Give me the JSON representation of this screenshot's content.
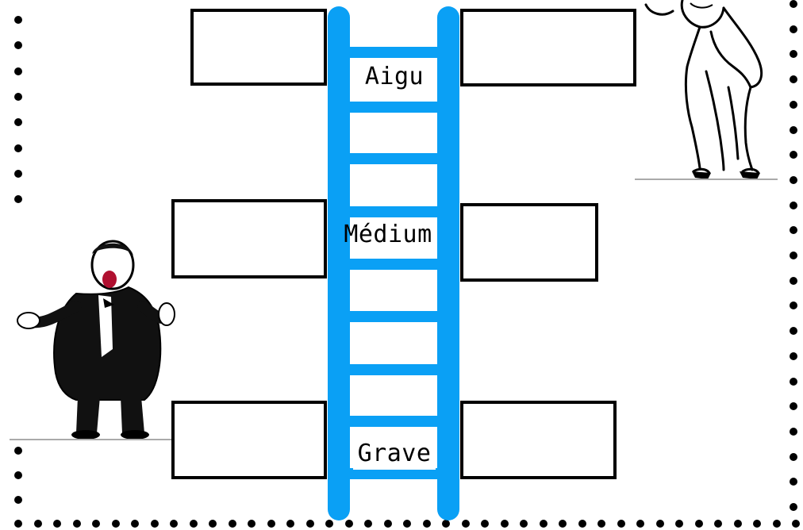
{
  "ladder": {
    "levels": {
      "aigu": "Aigu",
      "medium": "Médium",
      "grave": "Grave"
    },
    "color": "#0aa0f5"
  },
  "answer_boxes": {
    "count": 6,
    "filled": false
  },
  "illustrations": {
    "left": "singer-tenor-figure",
    "right": "singer-soprano-figure"
  },
  "border": {
    "style": "dotted",
    "color": "#000000"
  }
}
